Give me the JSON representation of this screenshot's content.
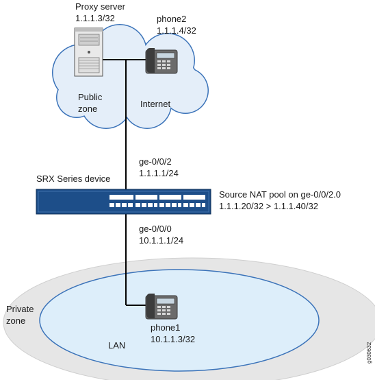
{
  "proxy_server": {
    "name": "Proxy server",
    "address": "1.1.1.3/32"
  },
  "phone2": {
    "name": "phone2",
    "address": "1.1.1.4/32"
  },
  "public_zone": {
    "line1": "Public",
    "line2": "zone"
  },
  "internet": {
    "label": "Internet"
  },
  "srx_device": {
    "label": "SRX Series device"
  },
  "interface_upper": {
    "name": "ge-0/0/2",
    "address": "1.1.1.1/24"
  },
  "interface_lower": {
    "name": "ge-0/0/0",
    "address": "10.1.1.1/24"
  },
  "nat_pool": {
    "line1": "Source NAT pool on ge-0/0/2.0",
    "line2": "1.1.1.20/32 > 1.1.1.40/32"
  },
  "private_zone": {
    "line1": "Private",
    "line2": "zone"
  },
  "lan": {
    "label": "LAN"
  },
  "phone1": {
    "name": "phone1",
    "address": "10.1.1.3/32"
  },
  "figure_id": "g030632",
  "colors": {
    "cloud_fill": "#e4eef9",
    "cloud_stroke": "#3b73b9",
    "private_zone_fill": "#e6e6e6",
    "lan_fill": "#ddeefa",
    "device_blue": "#1d4e89",
    "line": "#000000"
  }
}
